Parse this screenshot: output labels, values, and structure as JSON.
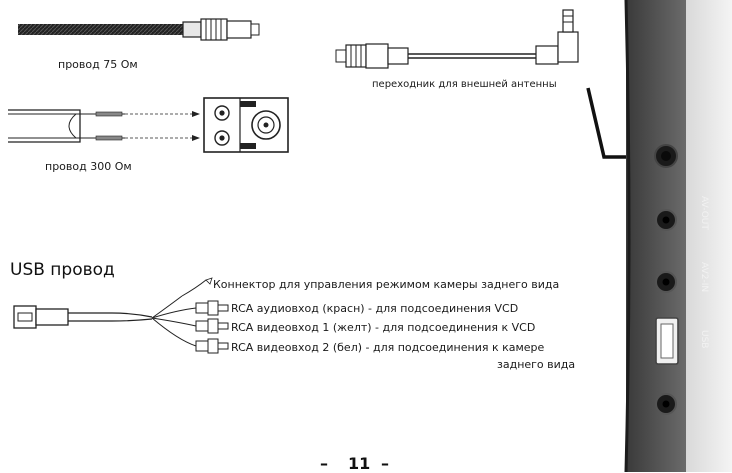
{
  "cable_75_label": "провод 75 Ом",
  "cable_300_label": "провод 300 Ом",
  "adapter_label": "переходник для внешней антенны",
  "usb_heading": "USB провод",
  "usb_wires": [
    "Коннектор для управления режимом камеры заднего вида",
    "RCA аудиовход (красн) - для подсоединения VCD",
    "RCA видеовход 1 (желт) - для подсоединения к VCD",
    "RCA видеовход 2 (бел) - для подсоединения к камере",
    "заднего вида"
  ],
  "device_ports": [
    "AV-OUT",
    "AV2-IN",
    "USB"
  ],
  "page_number": "11",
  "page_dash": "–"
}
